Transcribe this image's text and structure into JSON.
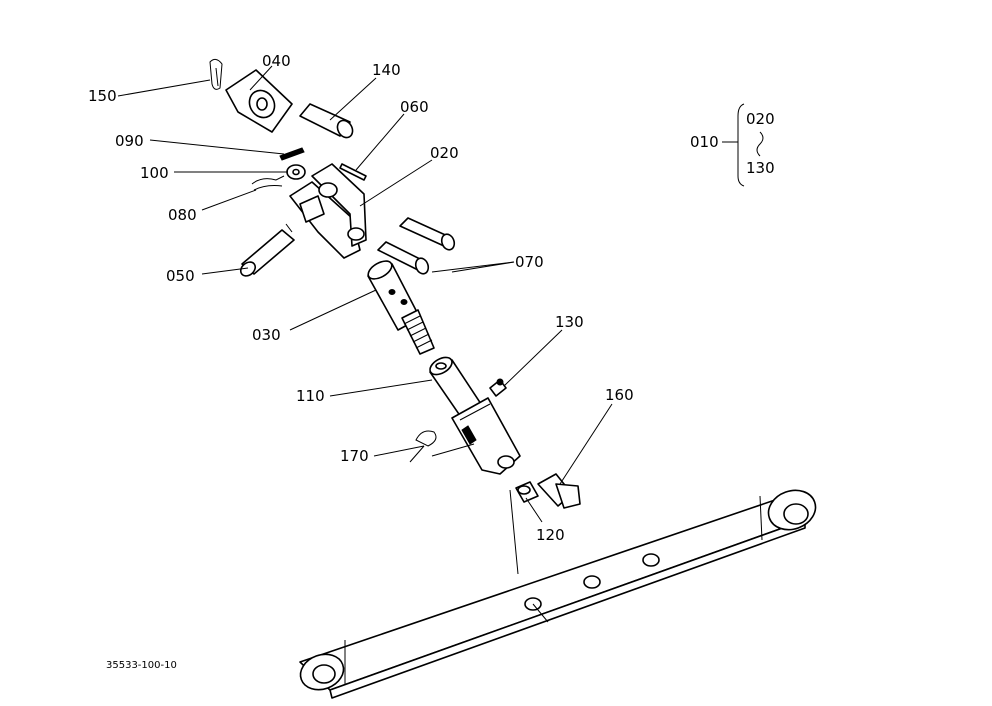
{
  "callouts": {
    "c010": "010",
    "c020_range_start": "020",
    "c130_range_end": "130",
    "c020": "020",
    "c030": "030",
    "c040": "040",
    "c050": "050",
    "c060": "060",
    "c070": "070",
    "c080": "080",
    "c090": "090",
    "c100": "100",
    "c110": "110",
    "c120": "120",
    "c130": "130",
    "c140": "140",
    "c150": "150",
    "c160": "160",
    "c170": "170"
  },
  "drawing_code": "35533-100-10"
}
